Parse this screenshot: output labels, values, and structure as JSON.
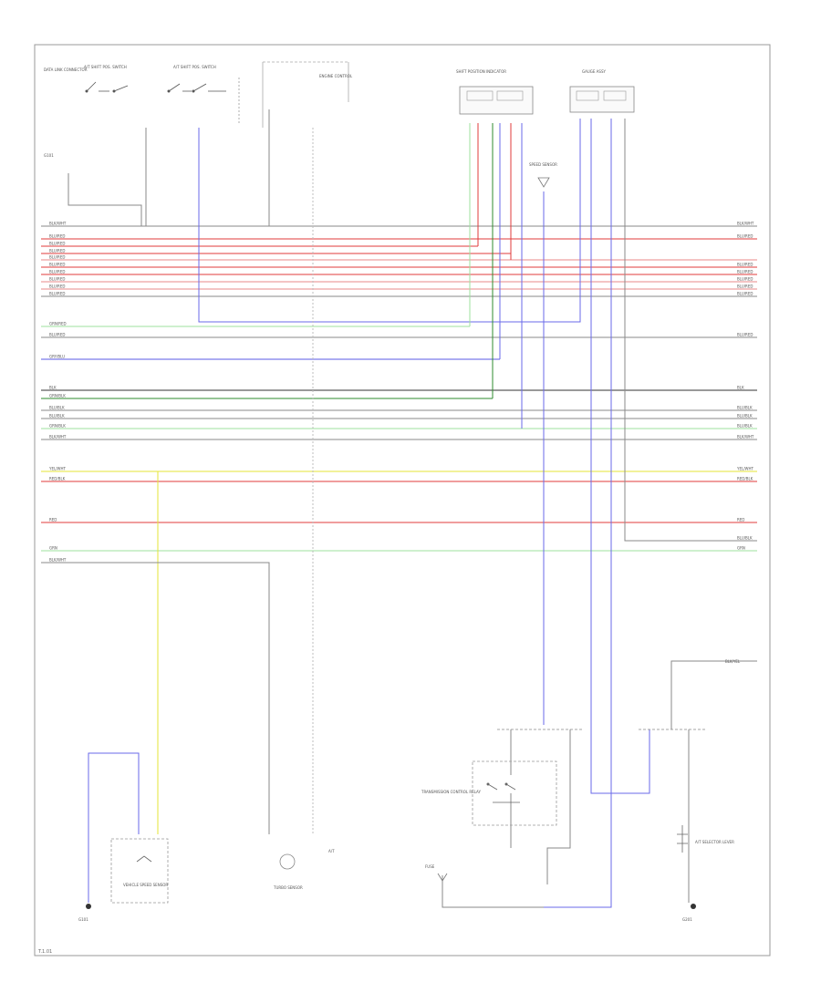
{
  "footer_code": "T.1.01",
  "colors": {
    "red": "#e23b3b",
    "pink": "#e88a8a",
    "blue": "#5a5ae6",
    "green": "#4fbf4f",
    "lightgreen": "#9ee09e",
    "yellow": "#e6e636",
    "gray": "#8a8a8a",
    "black": "#333333",
    "darkgreen": "#2e8b2e"
  },
  "buses": [
    {
      "left": "BLK/WHT",
      "right": "BLK/WHT",
      "color": "gray"
    },
    {
      "left": "BLU/RED",
      "right": "BLU/RED",
      "color": "red"
    },
    {
      "left": "BLU/RED",
      "right": "",
      "color": "red"
    },
    {
      "left": "BLU/RED",
      "right": "",
      "color": "red"
    },
    {
      "left": "BLU/RED",
      "right": "",
      "color": "pink"
    },
    {
      "left": "BLU/RED",
      "right": "BLU/RED",
      "color": "red"
    },
    {
      "left": "BLU/RED",
      "right": "BLU/RED",
      "color": "red"
    },
    {
      "left": "BLU/RED",
      "right": "BLU/RED",
      "color": "pink"
    },
    {
      "left": "BLU/RED",
      "right": "BLU/RED",
      "color": "pink"
    },
    {
      "left": "BLU/RED",
      "right": "BLU/RED",
      "color": "gray"
    },
    {
      "left": "GRN/RED",
      "right": "",
      "color": "lightgreen"
    },
    {
      "left": "BLU/RED",
      "right": "BLU/RED",
      "color": "gray"
    },
    {
      "left": "GRY/BLU",
      "right": "",
      "color": "blue"
    },
    {
      "left": "BLK",
      "right": "BLK",
      "color": "black"
    },
    {
      "left": "GRN/BLK",
      "right": "",
      "color": "darkgreen"
    },
    {
      "left": "BLU/BLK",
      "right": "BLU/BLK",
      "color": "gray"
    },
    {
      "left": "BLU/BLK",
      "right": "BLU/BLK",
      "color": "gray"
    },
    {
      "left": "GRN/BLK",
      "right": "BLU/BLK",
      "color": "lightgreen"
    },
    {
      "left": "BLK/WHT",
      "right": "BLK/WHT",
      "color": "gray"
    },
    {
      "left": "YEL/WHT",
      "right": "YEL/WHT",
      "color": "yellow"
    },
    {
      "left": "RED/BLK",
      "right": "RED/BLK",
      "color": "red"
    },
    {
      "left": "RED",
      "right": "RED",
      "color": "red"
    },
    {
      "left": "",
      "right": "BLU/BLK",
      "color": "gray"
    },
    {
      "left": "GRN",
      "right": "GRN",
      "color": "lightgreen"
    },
    {
      "left": "BLK/WHT",
      "right": "",
      "color": "gray"
    }
  ],
  "components": {
    "top_left_note": "DATA LINK CONNECTOR",
    "switch_a": "A/T SHIFT POS. SWITCH",
    "switch_b": "A/T SHIFT POS. SWITCH",
    "engine_label": "ENGINE CONTROL",
    "ecu_label": "SHIFT POSITION INDICATOR",
    "meter_label": "GAUGE ASSY",
    "sensor_label": "SPEED SENSOR",
    "ground_label": "G101",
    "left_bottom_label": "VEHICLE SPEED SENSOR",
    "mid_bottom_label": "TURBO SENSOR",
    "relay_label": "TRANSMISSION CONTROL RELAY",
    "right_bottom_label": "A/T SELECTOR LEVER",
    "right_ground_label": "G201",
    "right_top_tag": "BLK/YEL",
    "connector_tag": "A/T",
    "fuse_label": "FUSE"
  }
}
